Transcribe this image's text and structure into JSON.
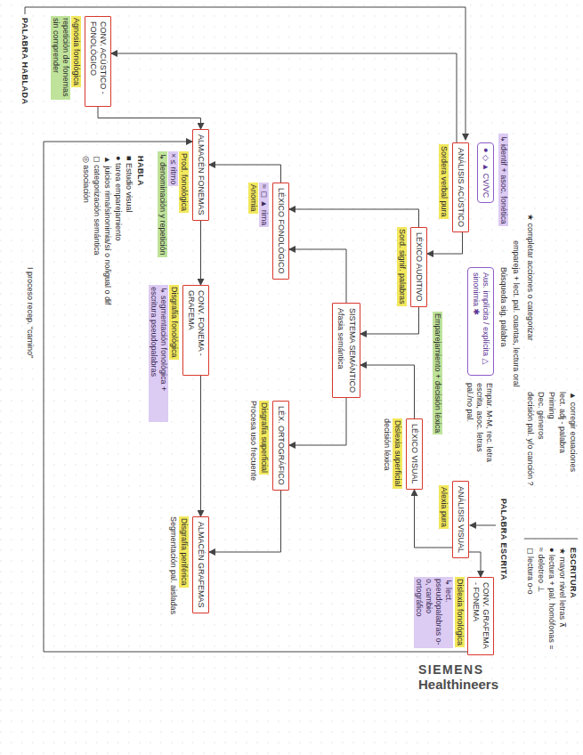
{
  "diagram": {
    "nodes": [
      {
        "text": [
          "● ◇ ▲ CV/VC"
        ]
      },
      {
        "text": [
          "ANÁLISIS ACÚSTICO"
        ]
      },
      {
        "text": [
          "Aus. implícita / explícita △ sinonimia ✱"
        ]
      },
      {
        "text": [
          "ANÁLISIS VISUAL"
        ]
      },
      {
        "text": [
          "CONV. GRAFEMA - FONEMA"
        ]
      },
      {
        "text": [
          "LÉXICO AUDITIVO"
        ]
      },
      {
        "text": [
          "LÉXICO VISUAL"
        ]
      },
      {
        "text": [
          "SISTEMA SEMÁNTICO",
          "Afasia semántica"
        ]
      },
      {
        "text": [
          "LÉXICO FONOLÓGICO"
        ]
      },
      {
        "text": [
          "LÉX. ORTOGRÁFICO"
        ]
      },
      {
        "text": [
          "ALMACÉN FONEMAS"
        ]
      },
      {
        "text": [
          "CONV. FONEMA - GRAFEMA"
        ]
      },
      {
        "text": [
          "ALMACÉN GRAFEMAS"
        ]
      },
      {
        "text": [
          "CONV. ACÚSTICO - FONOLÓGICO"
        ]
      }
    ],
    "edges": [
      {
        "from": 1,
        "to": 5,
        "arrow": "to"
      },
      {
        "from": 1,
        "to": 13,
        "arrow": "to"
      },
      {
        "from": 5,
        "to": 7,
        "arrow": "to"
      },
      {
        "from": 5,
        "to": 8,
        "arrow": "to"
      },
      {
        "from": 3,
        "to": 6,
        "arrow": "to"
      },
      {
        "from": 3,
        "to": 4,
        "arrow": "to"
      },
      {
        "from": 6,
        "to": 7,
        "arrow": "to"
      },
      {
        "from": 7,
        "to": 8,
        "arrow": "to"
      },
      {
        "from": 7,
        "to": 9,
        "arrow": "to"
      },
      {
        "from": 8,
        "to": 10,
        "arrow": "to"
      },
      {
        "from": 13,
        "to": 10,
        "arrow": "to"
      },
      {
        "from": 10,
        "to": 11,
        "arrow": "to"
      },
      {
        "from": 11,
        "to": 12,
        "arrow": "to"
      },
      {
        "from": 9,
        "to": 12,
        "arrow": "to"
      },
      {
        "from": 4,
        "to": 10,
        "arrow": "to"
      }
    ],
    "labels": [
      "★ completar acciones o categorizar",
      "▲ corregir ecuaciones",
      "lect. adj - palabra",
      "Priming",
      "Dec. géneros",
      "decisión pal. y/o canción ?",
      "ESCRITURA",
      "★ mayor nivel letras ⊼",
      "● lectura + pal. homófonas =",
      "≈ deletreo ⊥",
      "◻ lectura o-o",
      "empareja + lect. pal. cuantas, lectura oral",
      "↳ identif + asoc. fonética",
      "Búsqueda sig. palabra",
      "PALABRA ESCRITA",
      "Empar. M-M, rec. letra escrita, asoc. letras pal./no pal.",
      "Sordera verbal pura",
      "Alexia pura",
      "Dislexia fonológica",
      "↳ lect. pseudopalabras o-o, cambio ortográfico",
      "Emparejamiento + decisión léxica",
      "Sord. signif. palabras",
      "Dislexia superficial",
      "decisión léxica",
      "≈ ◻ ▲ rima",
      "Anomia",
      "Disgrafía superficial",
      "Procesa uso frecuente",
      "Prod. fonológica",
      "× ≤ ritmo",
      "↳ denominación y repetición",
      "Disgrafía fonológica",
      "↳ segmentación fonológica + escritura pseudopalabras",
      "Disgrafía periférica",
      "Segmentación pal. aisladas",
      "HABLA",
      "■ Estudio visual",
      "● tarea emparejamiento",
      "▲ juicios rima/sinonimia/sí o no/igual o dif",
      "◻ categorización semántica",
      "◎ asociación",
      "Agnosia fonológica",
      "repetición de fonemas sin comprender",
      "I proceso recep. “camino”",
      "PALABRA HABLADA",
      "SIEMENS",
      "Healthineers"
    ]
  }
}
